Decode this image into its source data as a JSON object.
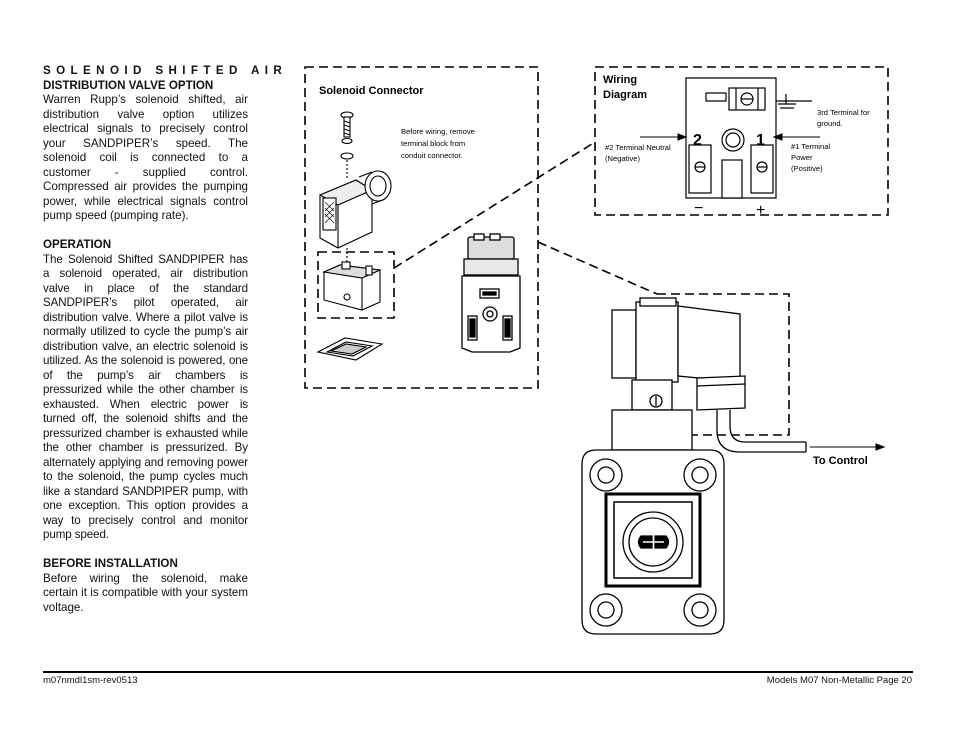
{
  "left_column": {
    "section1_title_line1": "SOLENOID SHIFTED AIR",
    "section1_title_line2": "DISTRIBUTION VALVE OPTION",
    "section1_body": "Warren Rupp’s solenoid shifted, air distribution valve option utilizes electrical signals to precisely control your SANDPIPER’s speed. The solenoid coil is connected to a customer - supplied control. Compressed air provides the pumping power, while electrical signals control pump speed (pumping rate).",
    "section2_title": "OPERATION",
    "section2_body": "The Solenoid Shifted SANDPIPER has a solenoid operated, air distribution valve in place of the standard SANDPIPER’s pilot operated, air distribution valve. Where a pilot valve is normally utilized to cycle the pump’s air distribution valve, an electric solenoid is utilized. As the solenoid is powered, one of the pump’s air chambers is pressurized while the other chamber is exhausted. When electric power is turned off, the solenoid shifts and the pressurized chamber is exhausted while the other chamber is pressurized. By alternately applying and removing power to the solenoid, the pump cycles much like a standard SANDPIPER pump, with one exception. This option provides a way to precisely control and monitor pump speed.",
    "section3_title": "BEFORE INSTALLATION",
    "section3_body": "Before wiring the solenoid, make certain it is compatible with your system voltage."
  },
  "diagram": {
    "solenoid_connector_label": "Solenoid Connector",
    "before_wiring_note": [
      "Before wiring, remove",
      "terminal block from",
      "conduit connector."
    ],
    "wiring_diagram_label": [
      "Wiring",
      "Diagram"
    ],
    "third_terminal_label": [
      "3rd Terminal for",
      "ground."
    ],
    "terminal2_label": [
      "#2 Terminal Neutral",
      "(Negative)"
    ],
    "terminal1_label": [
      "#1 Terminal",
      "Power",
      "(Positive)"
    ],
    "terminal2_number": "2",
    "terminal1_number": "1",
    "minus_sign": "−",
    "plus_sign": "+",
    "to_control_label": "To Control"
  },
  "footer": {
    "left": "m07nmdl1sm-rev0513",
    "right": "Models M07 Non-Metallic Page 20"
  }
}
